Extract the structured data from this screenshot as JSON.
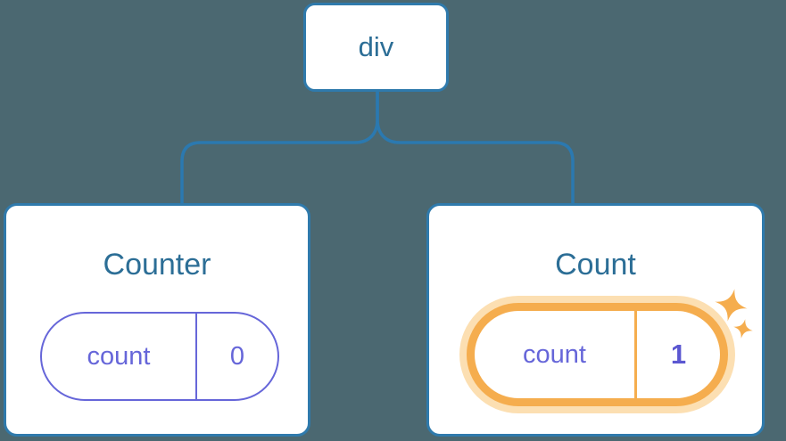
{
  "diagram": {
    "root_label": "div",
    "cards": [
      {
        "title": "Counter",
        "state_key": "count",
        "state_value": "0",
        "highlighted": false
      },
      {
        "title": "Count",
        "state_key": "count",
        "state_value": "1",
        "highlighted": true
      }
    ],
    "colors": {
      "background": "#4b6871",
      "node_border": "#2f7aac",
      "connector": "#2b79b0",
      "heading_text": "#2c6e96",
      "state_purple": "#6666d9",
      "state_value_bold": "#5b57d1",
      "highlight_orange": "#f5ad4e",
      "highlight_glow": "#fcdfb2",
      "card_background": "#ffffff"
    },
    "icons": {
      "highlight_effect": "sparkle-icon"
    }
  }
}
